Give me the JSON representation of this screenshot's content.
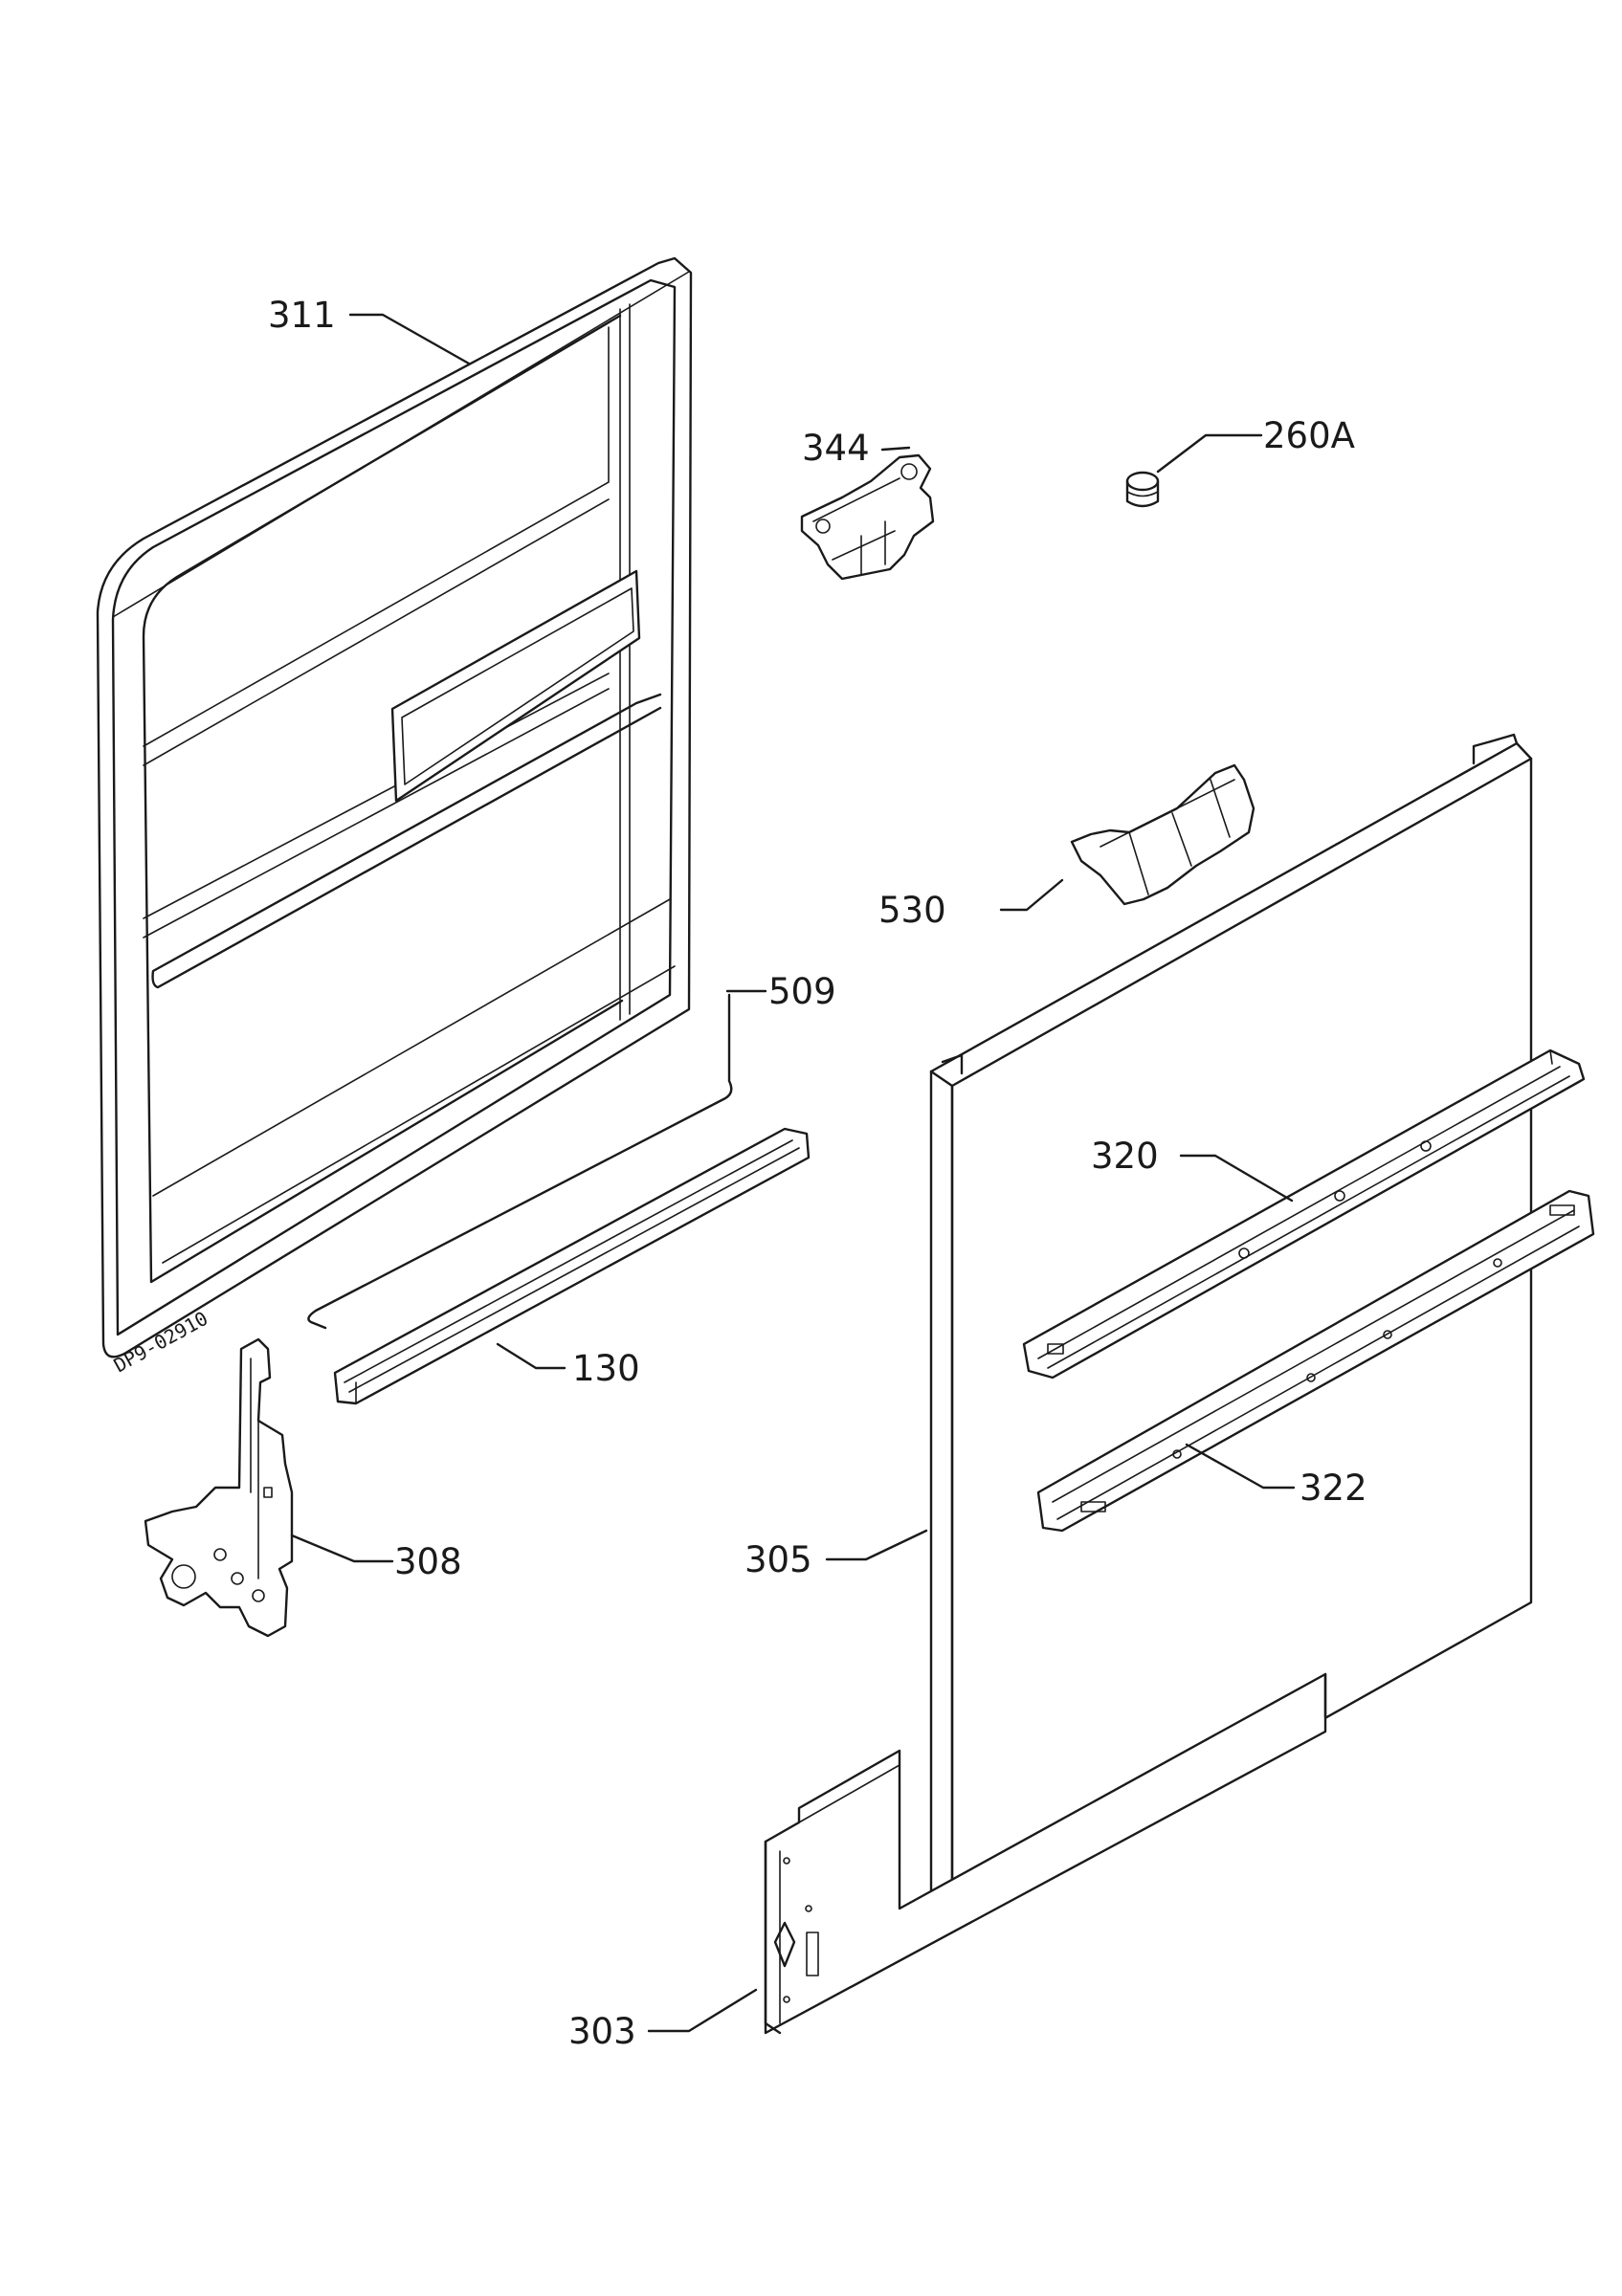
{
  "drawing_code": "DP9-02910",
  "callouts": [
    {
      "id": "311",
      "label": "311"
    },
    {
      "id": "344",
      "label": "344"
    },
    {
      "id": "260A",
      "label": "260A"
    },
    {
      "id": "530",
      "label": "530"
    },
    {
      "id": "509",
      "label": "509"
    },
    {
      "id": "320",
      "label": "320"
    },
    {
      "id": "130",
      "label": "130"
    },
    {
      "id": "322",
      "label": "322"
    },
    {
      "id": "308",
      "label": "308"
    },
    {
      "id": "305",
      "label": "305"
    },
    {
      "id": "303",
      "label": "303"
    }
  ]
}
